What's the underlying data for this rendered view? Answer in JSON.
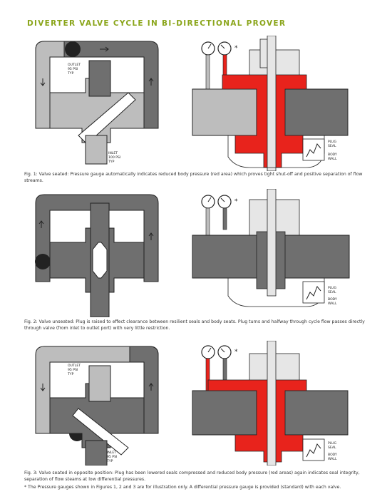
{
  "page": {
    "title": "DIVERTER VALVE CYCLE IN BI-DIRECTIONAL PROVER"
  },
  "figures": [
    {
      "caption": "Fig. 1:  Valve seated: Pressure gauge automatically indicates reduced body pressure (red area) which proves tight shut-off and positive separation of flow streams.",
      "outlet_lines": [
        "OUTLET",
        "95 PSI",
        "TYP"
      ],
      "inlet_lines": [
        "INLET",
        "100 PSI",
        "TYP"
      ],
      "seal_labels": [
        "PLUG",
        "SEAL",
        "BODY",
        "WALL"
      ],
      "gauge_mark": "*"
    },
    {
      "caption": "Fig. 2:  Valve unseated: Plug is raised to effect clearance between resilient seals and body seats. Plug turns and halfway through cycle flow passes directly through valve (from inlet to outlet port) with very little restriction.",
      "seal_labels": [
        "PLUG",
        "SEAL",
        "BODY",
        "WALL"
      ],
      "gauge_mark": "*"
    },
    {
      "caption": "Fig. 3:  Valve seated in opposite position: Plug has been lowered seals compressed and reduced body pressure (red areas) again indicates seal integrity, separation of flow steams at low differential pressures.",
      "footnote": "* The Pressure gauges shown in Figures 1, 2 and 3 are for illustration only. A differential pressure gauge is provided (standard) with each valve.",
      "outlet_lines": [
        "OUTLET",
        "95 PSI",
        "TYP"
      ],
      "inlet_lines": [
        "INLET",
        "95 PSI",
        "TYP"
      ],
      "seal_labels": [
        "PLUG",
        "SEAL",
        "BODY",
        "WALL"
      ],
      "gauge_mark": "*"
    }
  ],
  "colors": {
    "title": "#8aa51a",
    "pipe_dark": "#6f6f6f",
    "pipe_light": "#bdbdbd",
    "pressure_red": "#e8231c",
    "outline": "#222222"
  }
}
